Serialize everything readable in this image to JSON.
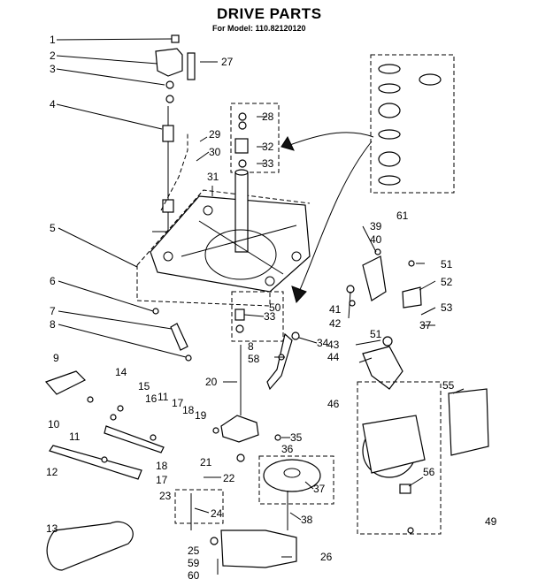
{
  "header": {
    "title": "DRIVE PARTS",
    "subtitle": "For Model: 110.82120120"
  },
  "labels": {
    "l1": "1",
    "l2": "2",
    "l3": "3",
    "l4": "4",
    "l5": "5",
    "l6": "6",
    "l7": "7",
    "l8": "8",
    "l9": "9",
    "l10": "10",
    "l11a": "11",
    "l11b": "11",
    "l12": "12",
    "l13": "13",
    "l14": "14",
    "l15": "15",
    "l16": "16",
    "l17a": "17",
    "l17b": "17",
    "l18a": "18",
    "l18b": "18",
    "l19": "19",
    "l20": "20",
    "l21": "21",
    "l22": "22",
    "l23": "23",
    "l24": "24",
    "l25": "25",
    "l26": "26",
    "l27": "27",
    "l28": "28",
    "l29": "29",
    "l30": "30",
    "l31": "31",
    "l32": "32",
    "l33a": "33",
    "l33b": "33",
    "l34": "34",
    "l35": "35",
    "l36": "36",
    "l37a": "37",
    "l37b": "37",
    "l38": "38",
    "l39": "39",
    "l40": "40",
    "l41": "41",
    "l42": "42",
    "l43": "43",
    "l44": "44",
    "l46": "46",
    "l49": "49",
    "l50": "50",
    "l51a": "51",
    "l51b": "51",
    "l52": "52",
    "l53": "53",
    "l55": "55",
    "l56": "56",
    "l58": "58",
    "l59": "59",
    "l60": "60",
    "l61": "61",
    "l8b": "8"
  }
}
